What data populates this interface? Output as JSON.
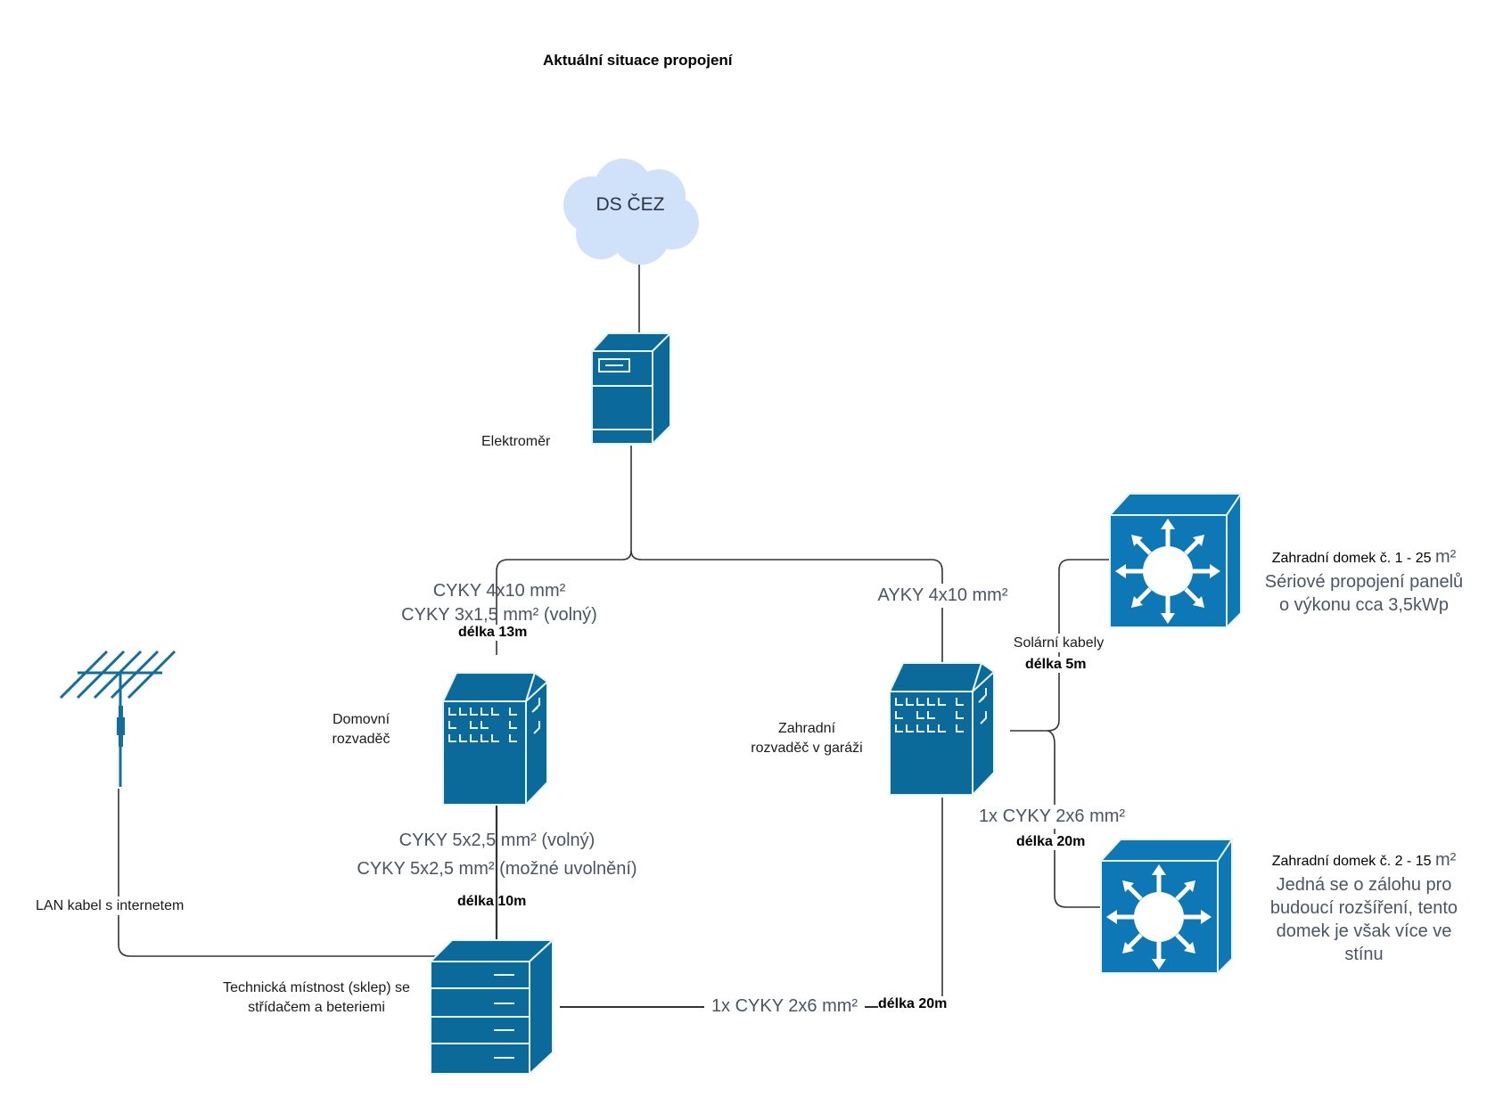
{
  "title": "Aktuální situace propojení",
  "colors": {
    "device_fill": "#0c6a9a",
    "device_stroke": "#e6f4fb",
    "switch_fill": "#0e77b6",
    "cloud_fill": "#cfe2fa",
    "wire": "#333333",
    "cable_text": "#4a5563"
  },
  "nodes": {
    "cloud": {
      "label": "DS ČEZ",
      "icon": "cloud-icon"
    },
    "meter": {
      "label": "Elektroměr",
      "icon": "server-tower-icon"
    },
    "house_panel": {
      "label_line1": "Domovní",
      "label_line2": "rozvaděč",
      "icon": "building-icon"
    },
    "garden_panel": {
      "label_line1": "Zahradní",
      "label_line2": "rozvaděč v garáži",
      "icon": "building-icon"
    },
    "tech_room": {
      "label_line1": "Technická místnost (sklep) se",
      "label_line2": "střídačem a beteriemi",
      "icon": "file-cabinet-icon"
    },
    "antenna": {
      "icon": "antenna-icon"
    },
    "garden_house_1": {
      "head": "Zahradní domek č. 1 - 25 ",
      "unit": "m²",
      "line2": "Sériové propojení panelů",
      "line3": "o výkonu cca 3,5kWp",
      "icon": "solar-switch-icon"
    },
    "garden_house_2": {
      "head": "Zahradní domek č. 2 - 15 ",
      "unit": "m²",
      "line2": "Jedná se o zálohu pro",
      "line3": "budoucí rozšíření, tento",
      "line4": "domek je však více ve",
      "line5": "stínu",
      "icon": "solar-switch-icon"
    }
  },
  "connections": {
    "meter_to_house": {
      "cable1": "CYKY 4x10 mm²",
      "cable2": "CYKY 3x1,5 mm² (volný)",
      "length": "délka 13m"
    },
    "meter_to_garden": {
      "cable1": "AYKY 4x10 mm²"
    },
    "house_to_tech": {
      "cable1": "CYKY 5x2,5 mm² (volný)",
      "cable2": "CYKY 5x2,5 mm² (možné uvolnění)",
      "length": "délka 10m"
    },
    "garden_to_tech": {
      "cable1": "1x CYKY 2x6 mm²",
      "length": "délka 20m"
    },
    "garden_to_house1": {
      "cable1": "Solární kabely",
      "length": "délka 5m"
    },
    "garden_to_house2": {
      "cable1": "1x CYKY 2x6 mm²",
      "length": "délka 20m"
    },
    "antenna_to_tech": {
      "label": "LAN kabel s internetem"
    }
  }
}
